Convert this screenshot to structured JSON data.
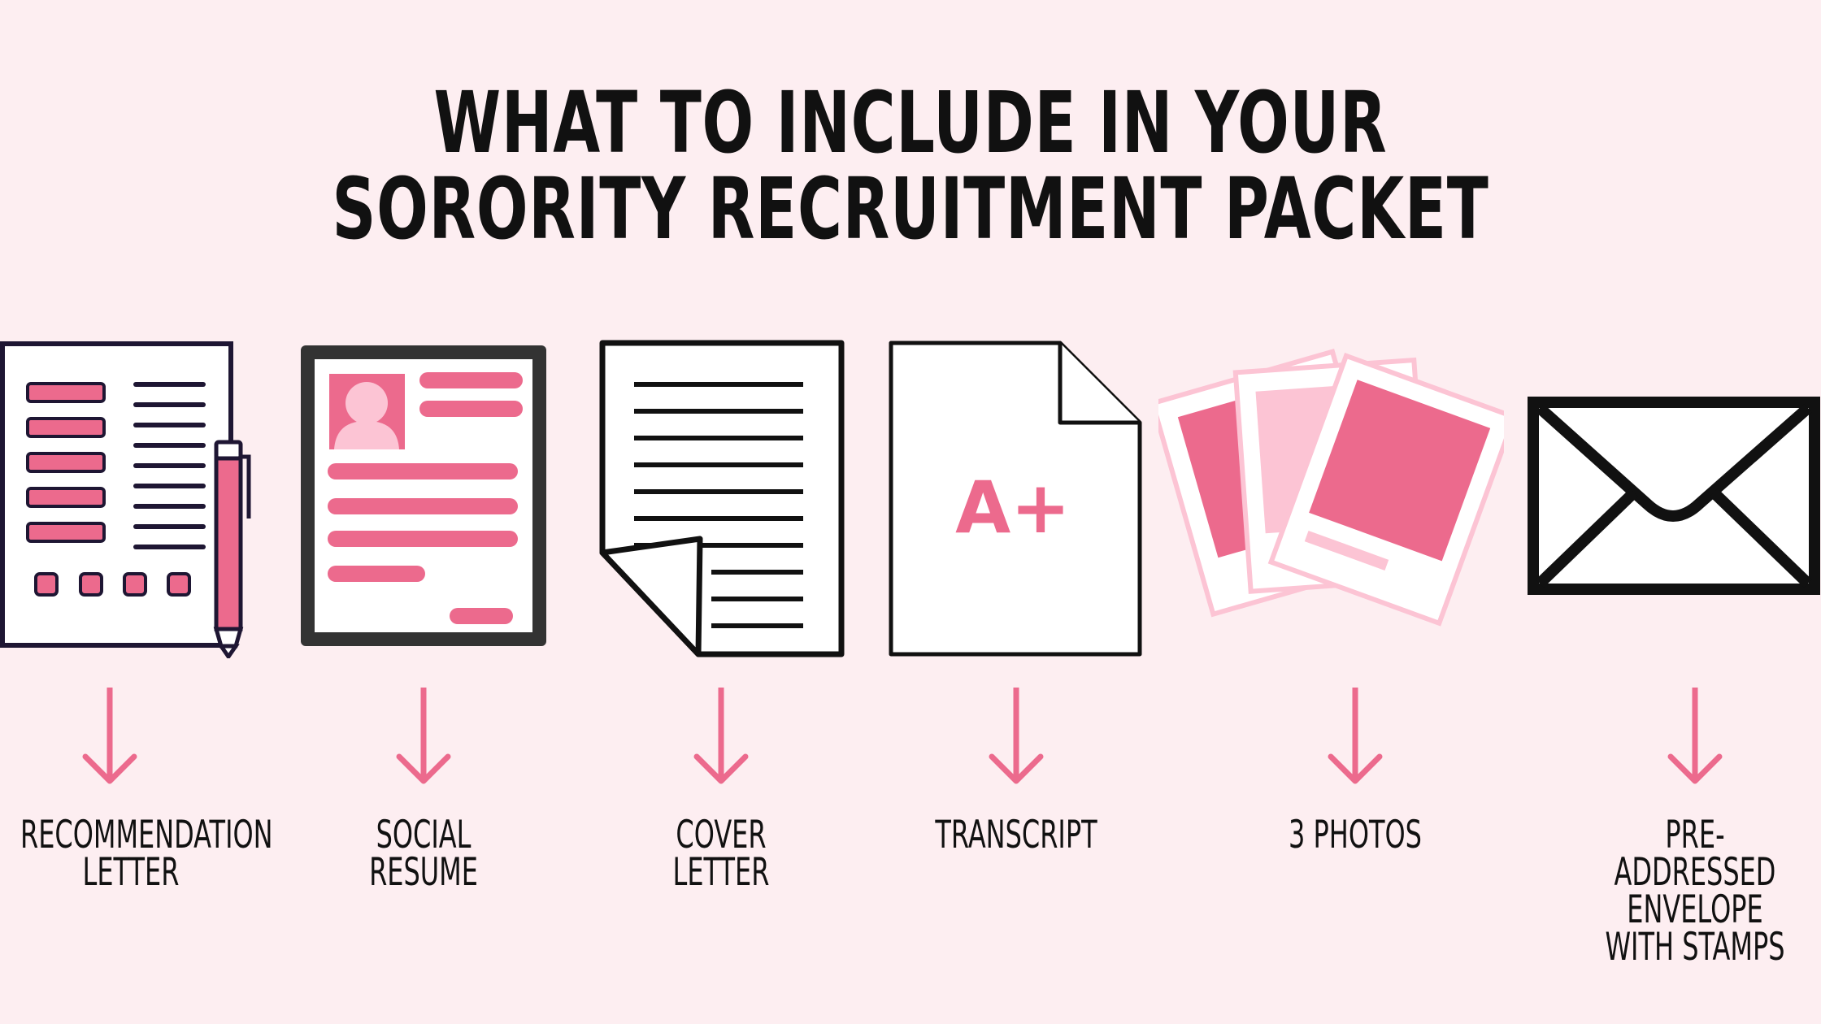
{
  "title": {
    "line1": "WHAT TO INCLUDE IN YOUR",
    "line2": "SORORITY RECRUITMENT PACKET"
  },
  "colors": {
    "background": "#fdeef1",
    "accent": "#ec6a8d",
    "light_pink": "#fcc4d4",
    "ink": "#111111"
  },
  "items": [
    {
      "icon": "recommendation-letter-icon",
      "lines": [
        "RECOMMENDATION",
        "LETTER"
      ]
    },
    {
      "icon": "social-resume-icon",
      "lines": [
        "SOCIAL",
        "RESUME"
      ]
    },
    {
      "icon": "cover-letter-icon",
      "lines": [
        "COVER",
        "LETTER"
      ]
    },
    {
      "icon": "transcript-icon",
      "badge": "A+",
      "lines": [
        "TRANSCRIPT"
      ]
    },
    {
      "icon": "photos-icon",
      "lines": [
        "3 PHOTOS"
      ]
    },
    {
      "icon": "envelope-icon",
      "lines": [
        "PRE-",
        "ADDRESSED",
        "ENVELOPE",
        "WITH STAMPS"
      ]
    }
  ]
}
